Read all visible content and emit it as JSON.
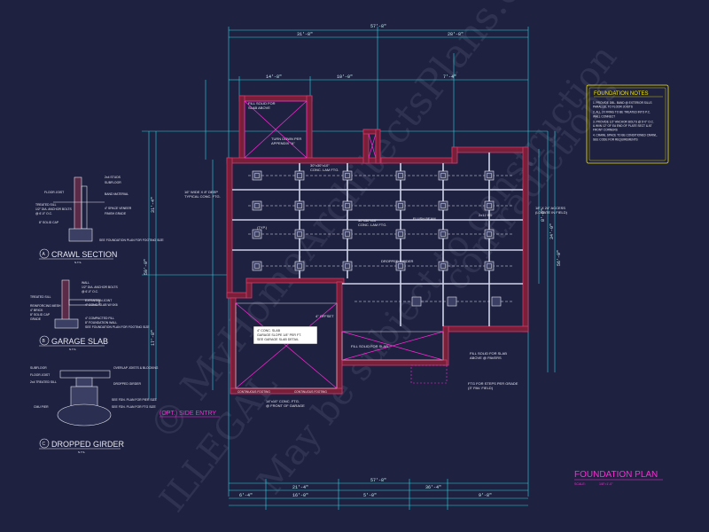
{
  "sheet": {
    "background": "#1e2140",
    "plan_title": "FOUNDATION PLAN",
    "scale_label": "SCALE:",
    "scale_value": "1/8\"=1'-0\"",
    "side_entry_label": "(OPT.) SIDE ENTRY"
  },
  "notes": {
    "title": "FOUNDATION NOTES",
    "items": [
      "1. PROVIDE DBL. BAND @ EXTERIOR SILLS PARALLEL TO FLOOR JOISTS",
      "2. ALL 2X FRMG TO BE TREATED INTO P.C. WALL CONNECT",
      "3. PROVIDE 1/2\" ANCHOR BOLTS @ 6'-0\" O.C. & W/IN 12\" OF EA END OF PLATE SECT & AT FRONT CORNERS",
      "4. CRAWL SPACE TO BE CONDITIONED CRAWL. SEE CODE FOR REQUIREMENTS"
    ]
  },
  "sections": [
    {
      "letter": "A",
      "title": "CRAWL SECTION",
      "scale": "N.T.S."
    },
    {
      "letter": "B",
      "title": "GARAGE SLAB",
      "scale": "N.T.S."
    },
    {
      "letter": "C",
      "title": "DROPPED GIRDER",
      "scale": "N.T.S."
    }
  ],
  "crawl_labels": [
    "2x4 STUDS",
    "SUBFLOOR",
    "FLOOR JOIST",
    "BAND MATERIAL",
    "TREATED SILL",
    "1/2\" DIA. ANCHOR BOLTS",
    "@ 6'-0\" O.C.",
    "4\" SPACE VENEER",
    "FINISH GRADE",
    "8\" SOLID CAP",
    "SEE FOUNDATION PLAN FOR FOOTING SIZE"
  ],
  "garage_labels": [
    "WALL",
    "1/2\" DIA. ANCHOR BOLTS",
    "@ 6'-0\" O.C.",
    "TREATED SILL",
    "EXPANSION JOINT",
    "4\" CONC. SLAB W/ 6X6",
    "REINFORCING MESH",
    "4\" BRICK",
    "8\" SOLID CAP",
    "GRADE",
    "4\" COMPACTED FILL",
    "8\" FOUNDATION WALL",
    "SEE FOUNDATION PLAN FOR FOOTING SIZE"
  ],
  "girder_labels": [
    "SUBFLOOR",
    "FLOOR JOIST",
    "2x4 TREATED SILL",
    "DROPPED GIRDER",
    "SEE FDN. PLAN FOR PIER SIZE",
    "SEE FDN. PLAN FOR FTG SIZE",
    "CMU PIER",
    "OVERLAP JOISTS & BLOCKING"
  ],
  "plan_callouts": {
    "fill_solid_top": [
      "FILL SOLID FOR",
      "SLAB ABOVE"
    ],
    "turn_down": [
      "TURN DOWN PER",
      "APPENDIX \"A\""
    ],
    "continuous": [
      "16\" WIDE X 8\" DEEP",
      "TYPICAL CONC. FTG."
    ],
    "footing_a": [
      "30\"x30\"x10\"",
      "CONC. LAM FTG."
    ],
    "footing_b": [
      "30\"x30\"x10\"",
      "CONC. LAM FTG."
    ],
    "access": [
      "18\" X 24\" ACCESS",
      "(LOCATE IN FIELD)"
    ],
    "fill_solid_mid": [
      "FILL SOLID FOR SLAB",
      "ABOVE @ PAVERS"
    ],
    "steps": [
      "FTG FOR STEPS PER GRADE",
      "(3\" PAV. FIELD)"
    ],
    "garage_slab": [
      "4\" CONC. SLAB",
      "GARAGE SLOPE 1/8\" PER FT.",
      "SEE GARAGE SLAB DETAIL"
    ],
    "offset": "4\" OFFSET",
    "garage_front": [
      "14\"x10\" CONC. FTG.",
      "@ FRONT OF GARAGE"
    ],
    "cont_ftg_left": "CONTINUOUS FOOTING",
    "cont_ftg_right": "CONTINUOUS FOOTING",
    "flush_beam": "FLUSH BEAM",
    "dropped_girder": "DROPPED GIRDER",
    "girder_bd": "2x12 BD",
    "typ_pier": "(TYP.)"
  },
  "dimensions": {
    "top_overall": "57'-8\"",
    "top_a": "31'-8\"",
    "top_b": "28'-8\"",
    "top_c": "14'-8\"",
    "top_d": "10'-0\"",
    "top_e": "7'-4\"",
    "left_overall": "50'-0\"",
    "left_a": "31'-4\"",
    "left_b": "17'-8\"",
    "right_overall": "56'-0\"",
    "right_a": "34'-0\"",
    "right_b": "8'-8\"",
    "bot_overall": "57'-8\"",
    "bot_a": "21'-4\"",
    "bot_b": "36'-4\"",
    "bot_c": "6'-4\"",
    "bot_d": "16'-0\"",
    "bot_e": "5'-0\"",
    "bot_f": "9'-8\""
  },
  "watermark": {
    "line1": "© MyHomeArchitectsPlans.com",
    "line2": "ILLEGAL",
    "line3": "May be subject to construction",
    "line4": "contradictions"
  },
  "colors": {
    "dimension": "#2fd6e0",
    "wall": "#d33a6a",
    "notes_border": "#f3e600",
    "title": "#ff2bd6",
    "linework": "#e8e8f0"
  }
}
